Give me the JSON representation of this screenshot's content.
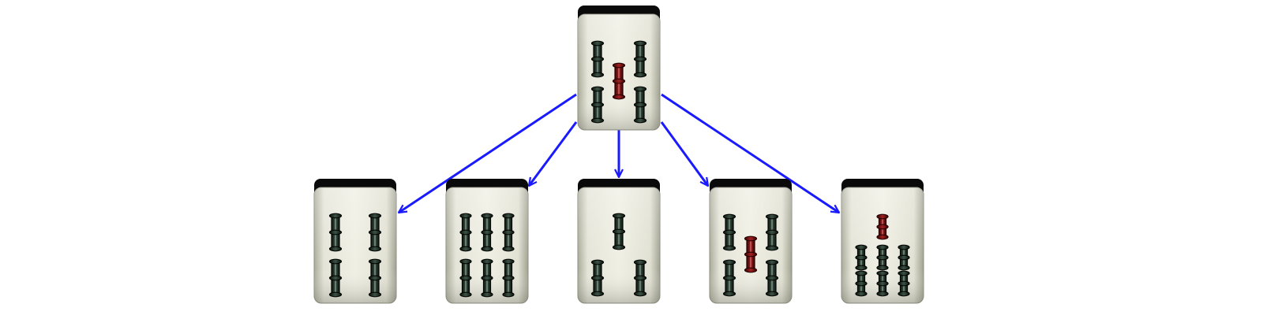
{
  "scene": {
    "type": "mahjong-tile-tree",
    "suit": "bamboo",
    "colors": {
      "arrow": "#1a1aff",
      "tile_face": "#d9d9cc",
      "tile_back": "#0a0a0a",
      "stick_dark": "#1c2a20",
      "stick_red": "#7a0c0c"
    },
    "root": {
      "tile": "5-bamboo"
    },
    "children": [
      {
        "tile": "4-bamboo"
      },
      {
        "tile": "6-bamboo"
      },
      {
        "tile": "3-bamboo"
      },
      {
        "tile": "5-bamboo"
      },
      {
        "tile": "7-bamboo"
      }
    ]
  }
}
